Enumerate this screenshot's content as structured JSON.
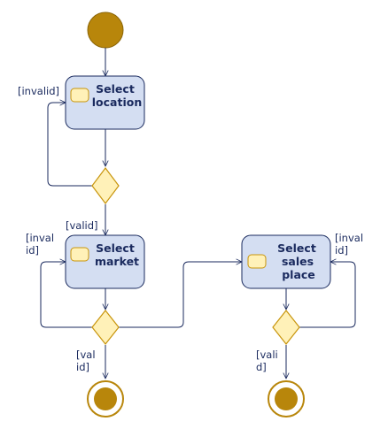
{
  "diagram": {
    "colors": {
      "node_fill": "#b8860b",
      "node_stroke": "#8b6508",
      "activity_fill": "#d4def2",
      "activity_stroke": "#1a2a5e",
      "decision_fill": "#fff1b8",
      "decision_stroke": "#c8950c",
      "edge": "#1a2a5e",
      "text": "#1a2a5e"
    },
    "activities": {
      "location": {
        "line1": "Select",
        "line2": "location",
        "icon": "action-icon"
      },
      "market": {
        "line1": "Select",
        "line2": "market",
        "icon": "action-icon"
      },
      "sales": {
        "line1": "Select",
        "line2": "sales",
        "line3": "place",
        "icon": "action-icon"
      }
    },
    "guards": {
      "loc_invalid": "[invalid]",
      "loc_valid": "[valid]",
      "mkt_invalid_1": "[inval",
      "mkt_invalid_2": "id]",
      "mkt_valid_1": "[val",
      "mkt_valid_2": "id]",
      "sales_invalid_1": "[inval",
      "sales_invalid_2": "id]",
      "sales_valid_1": "[vali",
      "sales_valid_2": "d]"
    }
  }
}
